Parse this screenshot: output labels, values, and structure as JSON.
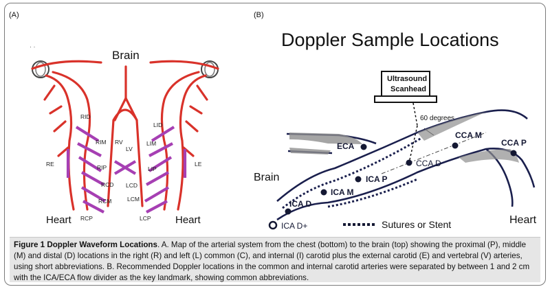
{
  "panel_a": {
    "label": "(A)",
    "brain": "Brain",
    "heart_left": "Heart",
    "heart_right": "Heart",
    "labels": {
      "rid": "RID",
      "rim": "RIM",
      "rip": "RIP",
      "rcd": "RCD",
      "rcm": "RCM",
      "rcp": "RCP",
      "re": "RE",
      "rv": "RV",
      "lv": "LV",
      "lcd": "LCD",
      "lcm": "LCM",
      "lcp": "LCP",
      "lid": "LID",
      "lim": "LIM",
      "lip": "LIP",
      "le": "LE"
    },
    "colors": {
      "artery": "#d9322a",
      "marker": "#a63fb3"
    }
  },
  "panel_b": {
    "label": "(B)",
    "title": "Doppler Sample Locations",
    "scanhead": [
      "Ultrasound",
      "Scanhead"
    ],
    "angle": "60 degrees",
    "brain": "Brain",
    "heart": "Heart",
    "points": {
      "eca": "ECA",
      "ccam": "CCA M",
      "ccap": "CCA P",
      "ccad": "CCA D",
      "icap": "ICA P",
      "icam": "ICA M",
      "icad": "ICA D",
      "icadplus": "ICA D+"
    },
    "legend": "Sutures or Stent"
  },
  "caption": {
    "title": "Figure 1 Doppler Waveform Locations",
    "text": ". A. Map of the arterial system from the chest (bottom) to the brain (top) showing the proximal (P), middle (M) and distal (D) locations in the right (R) and left (L) common (C), and internal (I) carotid plus the external carotid (E) and vertebral (V) arteries, using short abbreviations. B. Recommended Doppler locations in the common and internal carotid arteries were separated by between 1 and 2 cm with the ICA/ECA flow divider as the key landmark, showing common abbreviations."
  }
}
